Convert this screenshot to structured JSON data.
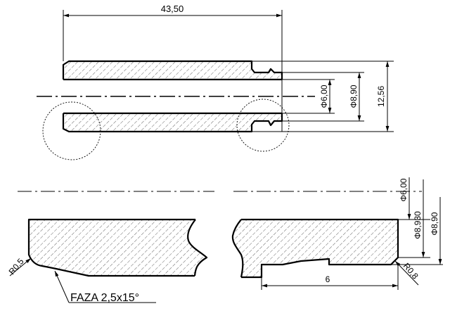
{
  "drawing": {
    "dimensions": {
      "overall_length": "43,50",
      "inner_diameter": "Φ6,00",
      "groove_diameter": "Φ8,90",
      "outer_diameter": "12,56",
      "detail_inner_diameter": "Φ6,00",
      "detail_groove_diameter": "Φ8,930",
      "detail_outer_diameter": "Φ8,90",
      "groove_length": "6"
    },
    "annotations": {
      "radius_left": "R0,5",
      "radius_right": "R0,8",
      "chamfer_note": "FAZA 2,5x15°"
    }
  }
}
